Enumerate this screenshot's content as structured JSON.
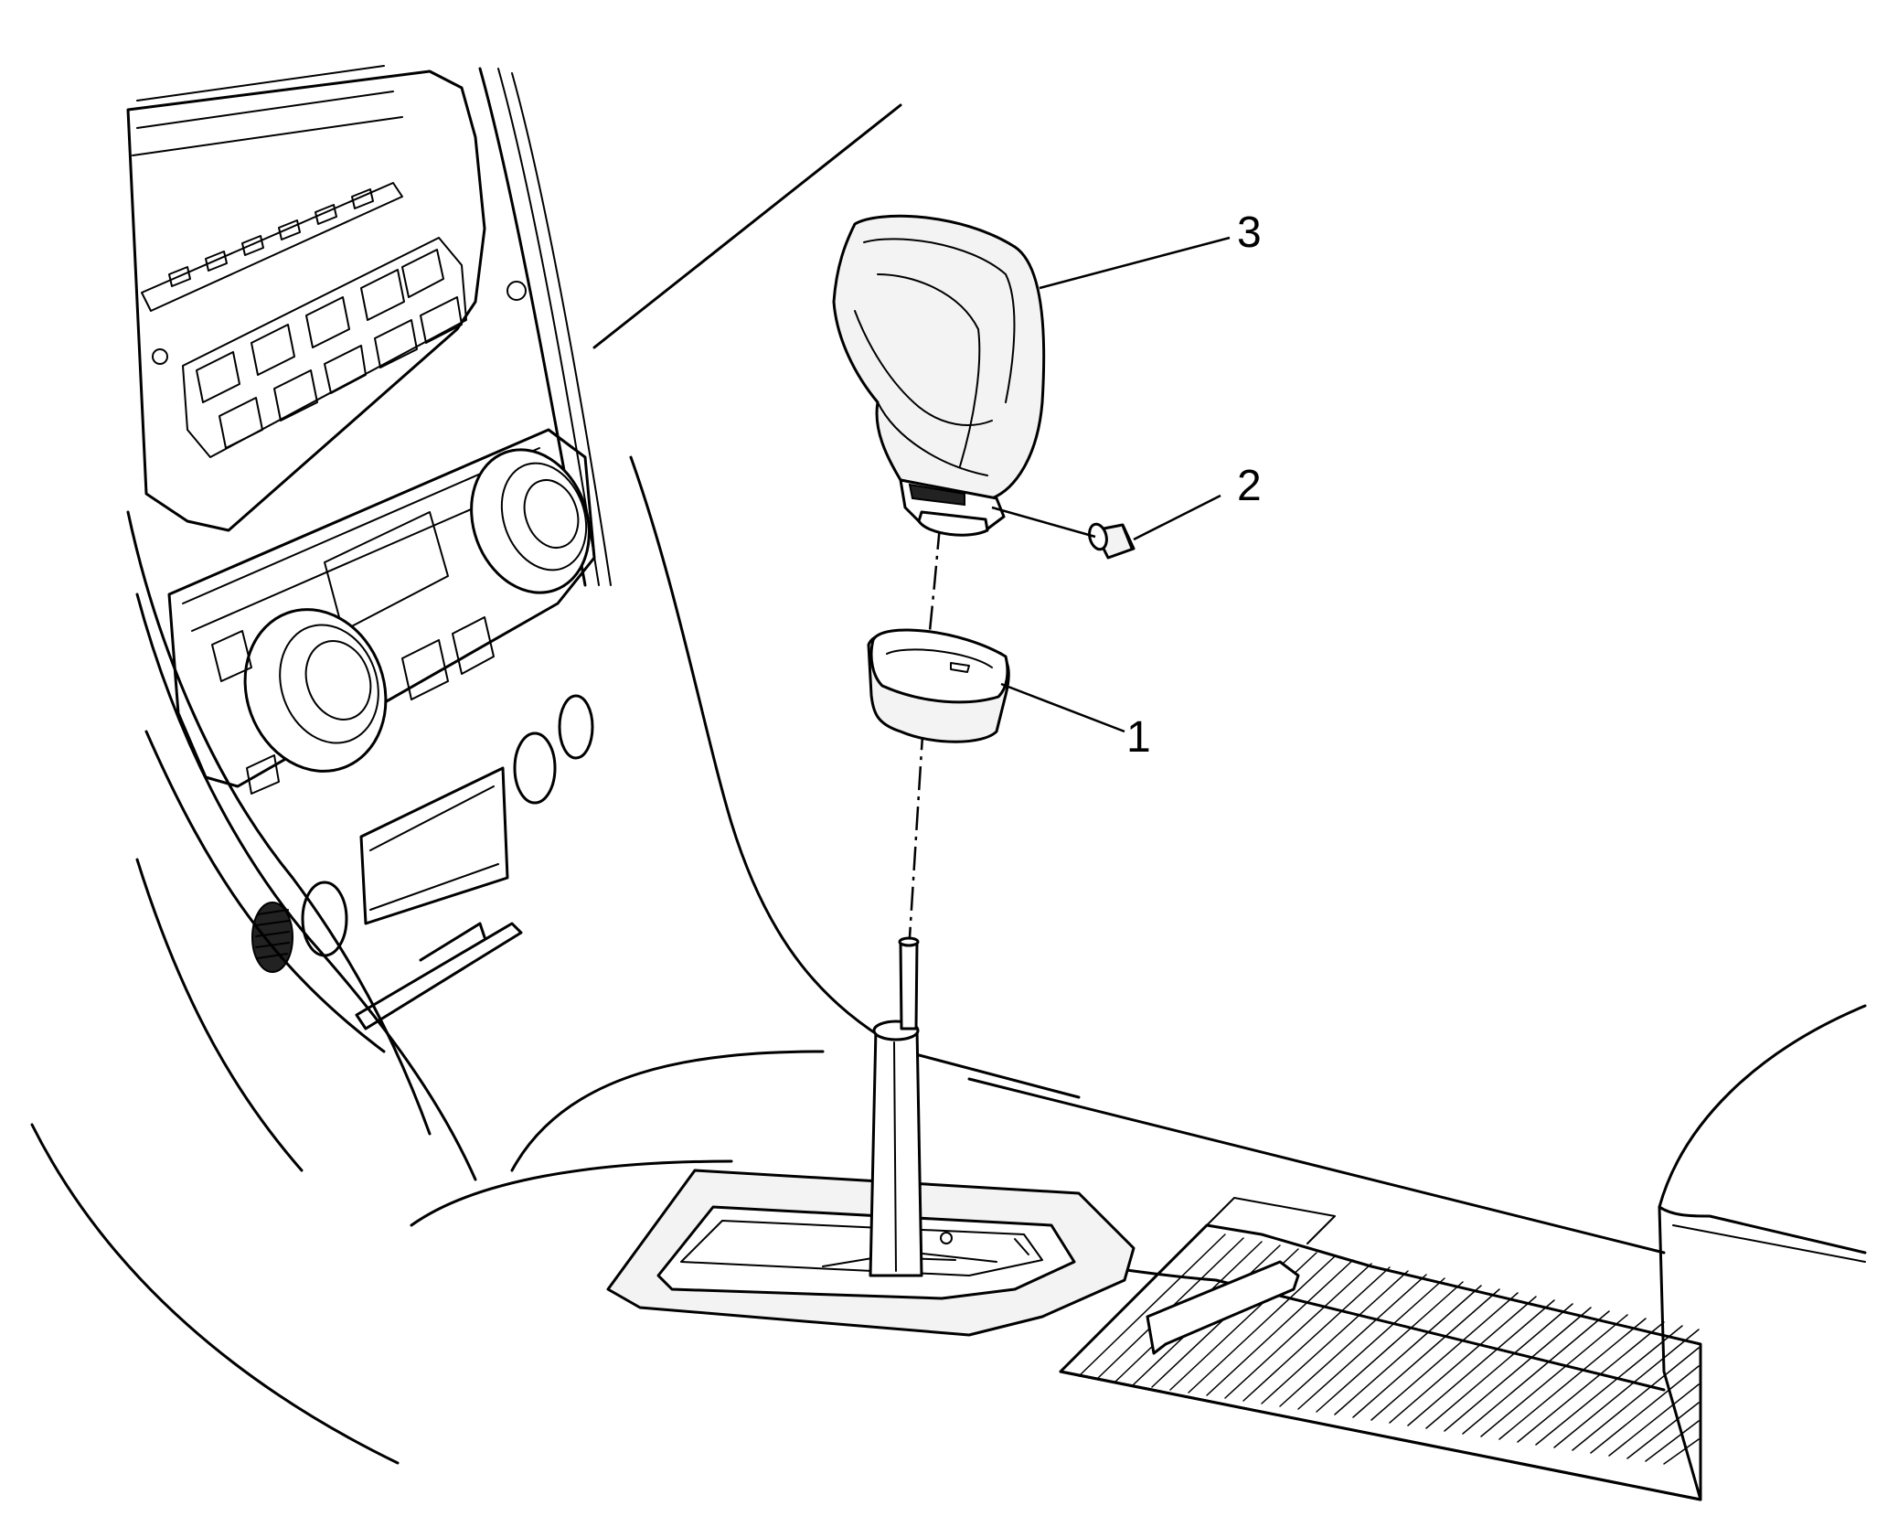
{
  "callouts": [
    {
      "id": "1",
      "part": "shift-knob-boot"
    },
    {
      "id": "2",
      "part": "set-screw"
    },
    {
      "id": "3",
      "part": "shift-knob"
    }
  ]
}
